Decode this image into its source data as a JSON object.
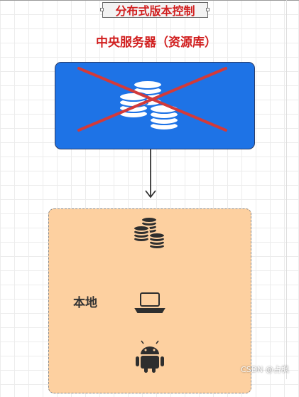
{
  "title": "分布式版本控制",
  "server": {
    "label": "中央服务器（资源库）",
    "icon": "coins-stack-icon",
    "crossed_out": true
  },
  "local": {
    "label": "本地",
    "icons": [
      "coins-stack-icon",
      "laptop-icon",
      "android-icon"
    ]
  },
  "watermark": "CSDN @占枫",
  "colors": {
    "title_red": "#d11f1f",
    "server_blue": "#1e73e6",
    "cross_red": "#d23a3a",
    "local_fill": "#fdd0a0"
  }
}
